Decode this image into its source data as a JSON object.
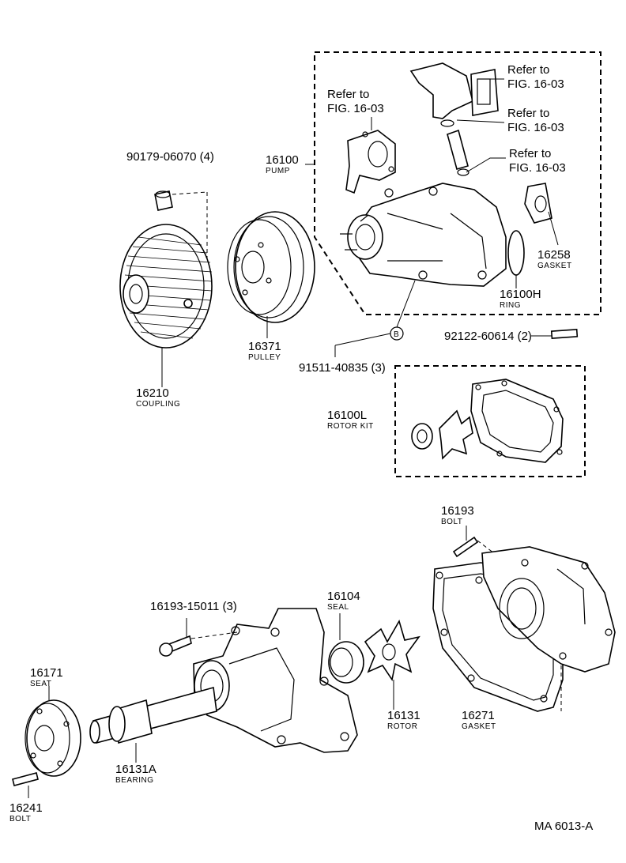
{
  "labels": {
    "bolt_90179": "90179-06070 (4)",
    "pump_num": "16100",
    "pump_name": "PUMP",
    "coupling_num": "16210",
    "coupling_name": "COUPLING",
    "pulley_num": "16371",
    "pulley_name": "PULLEY",
    "refer1_a": "Refer to",
    "refer1_b": "FIG. 16-03",
    "refer2_a": "Refer to",
    "refer2_b": "FIG. 16-03",
    "refer3_a": "Refer to",
    "refer3_b": "FIG. 16-03",
    "refer4_a": "Refer to",
    "refer4_b": "FIG. 16-03",
    "gasket_num": "16258",
    "gasket_name": "GASKET",
    "ring_num": "16100H",
    "ring_name": "RING",
    "stud_92122": "92122-60614 (2)",
    "bolt_91511": "91511-40835 (3)",
    "callout_b": "B",
    "rotor_kit_num": "16100L",
    "rotor_kit_name": "ROTOR KIT",
    "bolt_16193_num": "16193",
    "bolt_16193_name": "BOLT",
    "bolt_16193_15011": "16193-15011 (3)",
    "seal_num": "16104",
    "seal_name": "SEAL",
    "seat_num": "16171",
    "seat_name": "SEAT",
    "rotor_num": "16131",
    "rotor_name": "ROTOR",
    "gasket2_num": "16271",
    "gasket2_name": "GASKET",
    "bearing_num": "16131A",
    "bearing_name": "BEARING",
    "bolt_16241_num": "16241",
    "bolt_16241_name": "BOLT",
    "figure_id": "MA 6013-A"
  }
}
